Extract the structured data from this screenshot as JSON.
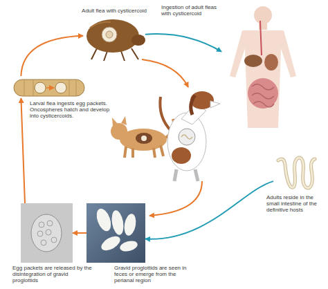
{
  "diagram": {
    "nodes": [
      {
        "text": [
          "Adult flea with cysticercoid"
        ]
      },
      {
        "text": [
          "Ingestion of adult fleas with cysticercoid"
        ]
      },
      {
        "text": [
          "Adults reside in the small intestine of the definitive hosts"
        ]
      },
      {
        "text": [
          "Gravid proglottids are seen in feces or emerge from the perianal region"
        ]
      },
      {
        "text": [
          "Egg packets are released by the disintegration of gravid proglottids"
        ]
      },
      {
        "text": [
          "Larval flea ingests egg packets. Oncospheres hatch and develop into cysticercoids."
        ]
      }
    ],
    "edges": [
      {
        "from": 0,
        "to": 1,
        "arrow": "to"
      },
      {
        "from": 2,
        "to": 3,
        "arrow": "to"
      },
      {
        "from": 3,
        "to": 4,
        "arrow": "to"
      },
      {
        "from": 4,
        "to": 5,
        "arrow": "to"
      },
      {
        "from": 5,
        "to": 0,
        "arrow": "to"
      }
    ]
  }
}
